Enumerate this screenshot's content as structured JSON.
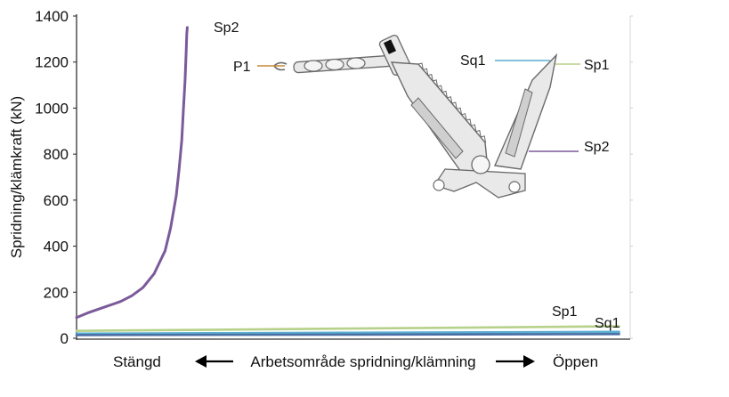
{
  "chart_data": {
    "type": "line",
    "title": "",
    "ylabel": "Spridning/klämkraft (kN)",
    "ylim": [
      0,
      1400
    ],
    "yticks": [
      0,
      200,
      400,
      600,
      800,
      1000,
      1200,
      1400
    ],
    "grid": false,
    "x_axis": {
      "left_label": "Stängd",
      "center_label": "Arbetsområde spridning/klämning",
      "right_label": "Öppen",
      "arrows": "both"
    },
    "series": [
      {
        "name": "Sp2",
        "color": "#7b5a9a",
        "x": [
          0,
          0.02,
          0.05,
          0.08,
          0.1,
          0.12,
          0.14,
          0.16,
          0.17,
          0.18,
          0.185,
          0.19,
          0.193,
          0.196,
          0.198,
          0.199,
          0.2
        ],
        "y": [
          90,
          110,
          135,
          160,
          185,
          220,
          280,
          380,
          480,
          620,
          730,
          860,
          990,
          1120,
          1250,
          1320,
          1350
        ]
      },
      {
        "name": "Sp1",
        "color": "#b5d18a",
        "x": [
          0,
          0.25,
          0.5,
          0.75,
          0.98
        ],
        "y": [
          32,
          37,
          42,
          47,
          52
        ]
      },
      {
        "name": "Sq1",
        "color": "#5aaed0",
        "x": [
          0,
          0.25,
          0.5,
          0.75,
          0.98
        ],
        "y": [
          20,
          22,
          24,
          26,
          28
        ]
      },
      {
        "name": "",
        "color": "#4a6fa5",
        "x": [
          0,
          0.5,
          0.98
        ],
        "y": [
          14,
          16,
          18
        ]
      }
    ],
    "annotations": [
      "Sp2",
      "Sp1",
      "Sq1"
    ],
    "diagram": {
      "description_labels": [
        "P1",
        "Sq1",
        "Sp1",
        "Sp2"
      ],
      "leader_colors": {
        "P1": "#c98a3a",
        "Sq1": "#5aaed0",
        "Sp1": "#b5d18a",
        "Sp2": "#7b5a9a"
      }
    }
  }
}
